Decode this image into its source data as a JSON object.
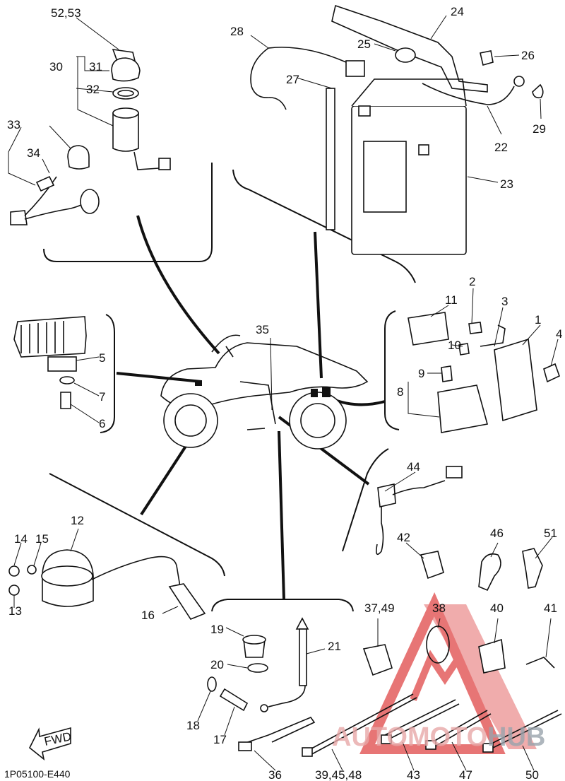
{
  "callouts": {
    "c1": "1",
    "c2": "2",
    "c3": "3",
    "c4": "4",
    "c5": "5",
    "c6": "6",
    "c7": "7",
    "c8": "8",
    "c9": "9",
    "c10": "10",
    "c11": "11",
    "c12": "12",
    "c13": "13",
    "c14": "14",
    "c15": "15",
    "c16": "16",
    "c17": "17",
    "c18": "18",
    "c19": "19",
    "c20": "20",
    "c21": "21",
    "c22": "22",
    "c23": "23",
    "c24": "24",
    "c25": "25",
    "c26": "26",
    "c27": "27",
    "c28": "28",
    "c29": "29",
    "c30": "30",
    "c31": "31",
    "c32": "32",
    "c33": "33",
    "c34": "34",
    "c35": "35",
    "c36": "36",
    "c37_49": "37,49",
    "c38": "38",
    "c39_45_48": "39,45,48",
    "c40": "40",
    "c41": "41",
    "c42": "42",
    "c43": "43",
    "c44": "44",
    "c46": "46",
    "c47": "47",
    "c50": "50",
    "c51": "51",
    "c52_53": "52,53"
  },
  "fwd_label": "FWD",
  "diagram_code": "1P05100-E440",
  "watermark": {
    "prefix": "AUTOMOTO",
    "suffix": "HUB",
    "color_main": "#e8a8a8",
    "color_suffix": "#9aa4ad",
    "color_triangle": "#e04848"
  }
}
